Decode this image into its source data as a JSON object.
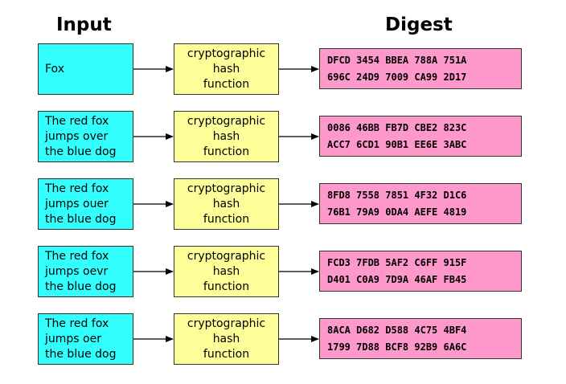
{
  "headings": {
    "input": "Input",
    "digest": "Digest"
  },
  "rows": [
    {
      "input": "Fox",
      "hash": "cryptographic\nhash\nfunction",
      "digest": "DFCD 3454 BBEA 788A 751A\n696C 24D9 7009 CA99 2D17"
    },
    {
      "input": "The red fox\njumps over\nthe blue dog",
      "hash": "cryptographic\nhash\nfunction",
      "digest": "0086 46BB FB7D CBE2 823C\nACC7 6CD1 90B1 EE6E 3ABC"
    },
    {
      "input": "The red fox\njumps ouer\nthe blue dog",
      "hash": "cryptographic\nhash\nfunction",
      "digest": "8FD8 7558 7851 4F32 D1C6\n76B1 79A9 0DA4 AEFE 4819"
    },
    {
      "input": "The red fox\njumps oevr\nthe blue dog",
      "hash": "cryptographic\nhash\nfunction",
      "digest": "FCD3 7FDB 5AF2 C6FF 915F\nD401 C0A9 7D9A 46AF FB45"
    },
    {
      "input": "The red fox\njumps oer\nthe blue dog",
      "hash": "cryptographic\nhash\nfunction",
      "digest": "8ACA D682 D588 4C75 4BF4\n1799 7D88 BCF8 92B9 6A6C"
    }
  ],
  "colors": {
    "input_fill": "#33ffff",
    "hash_fill": "#ffff99",
    "digest_fill": "#ff99cc"
  }
}
